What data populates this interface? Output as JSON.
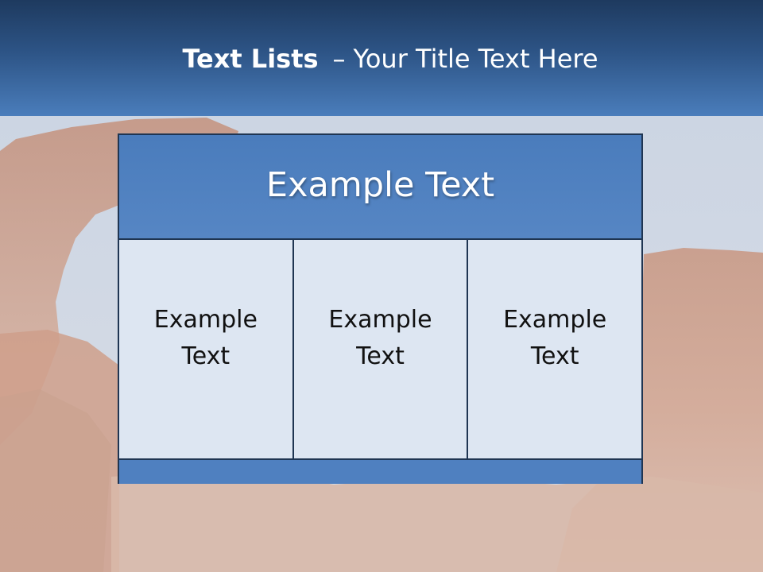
{
  "slide": {
    "title_bold": "Text Lists",
    "title_separator": "–",
    "title_rest": "Your Title Text Here"
  },
  "box": {
    "header_text": "Example Text",
    "columns": [
      {
        "line1": "Example",
        "line2": "Text"
      },
      {
        "line1": "Example",
        "line2": "Text"
      },
      {
        "line1": "Example",
        "line2": "Text"
      }
    ]
  },
  "colors": {
    "header_dark": "#1e3a5f",
    "header_light": "#4a7dbb",
    "box_header": "#5182c1",
    "box_cell": "#dde6f2",
    "border": "#1f3552"
  }
}
